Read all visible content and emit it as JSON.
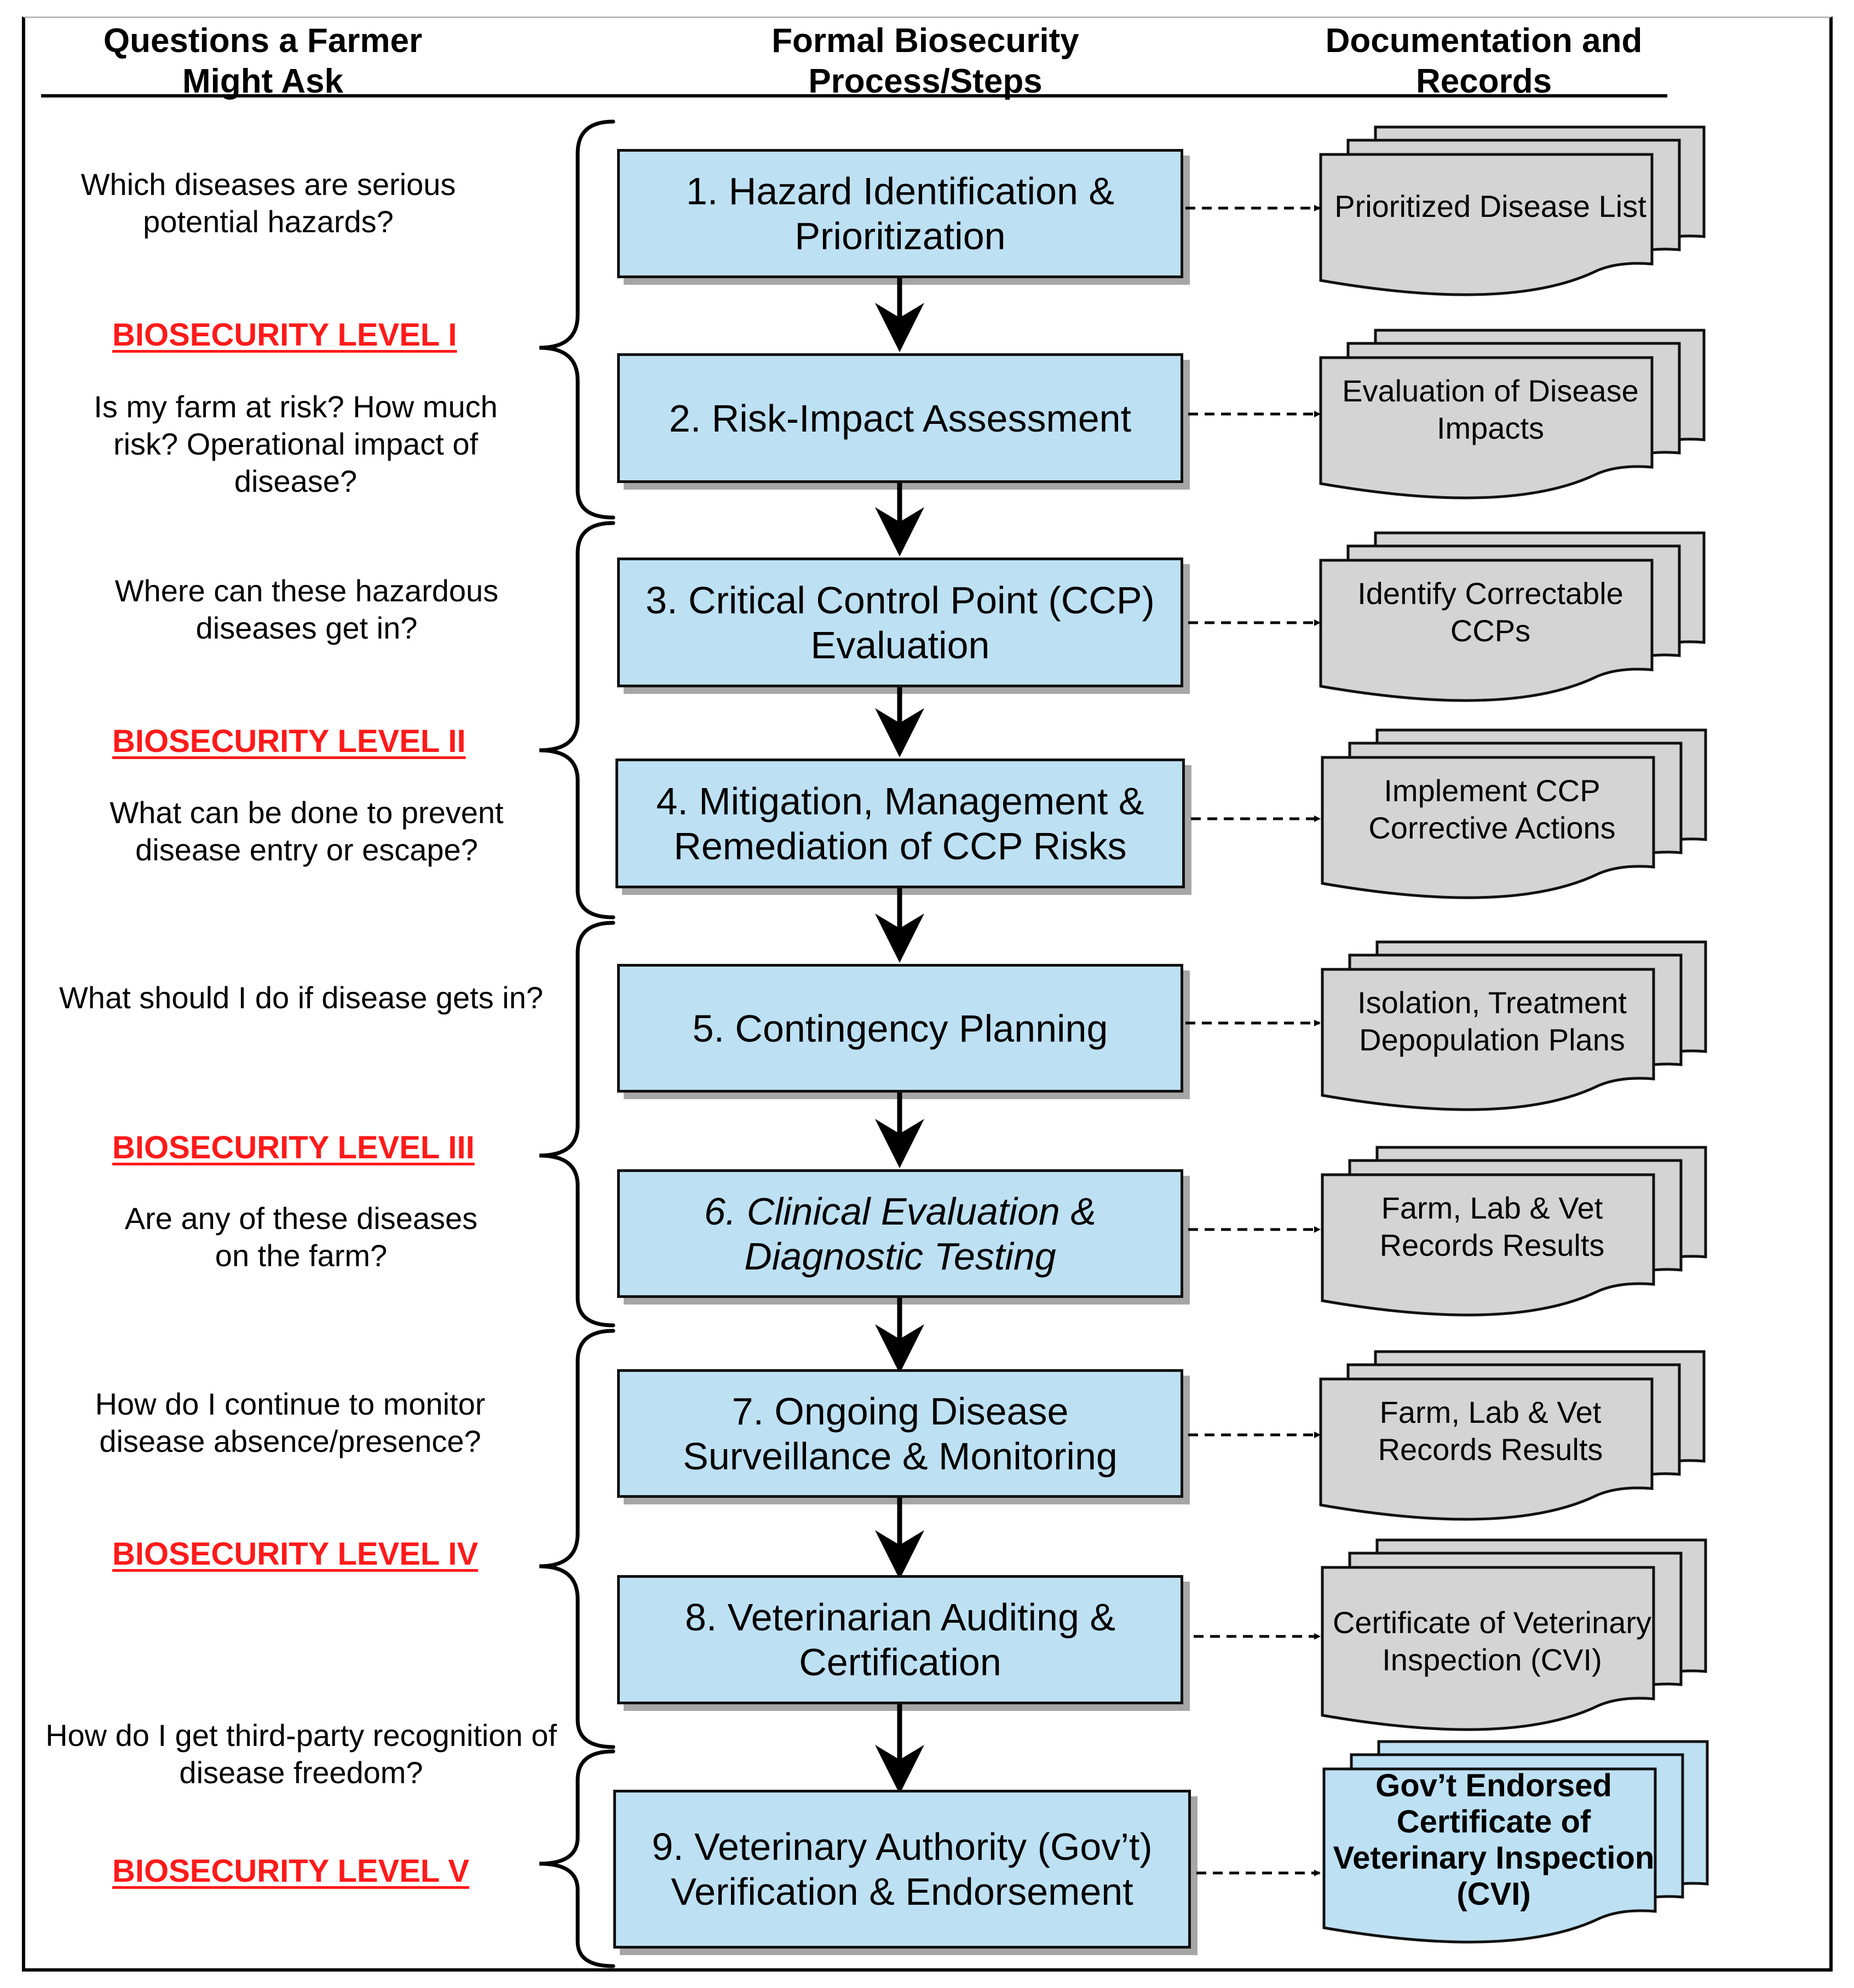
{
  "headers": {
    "questions": "Questions a Farmer Might Ask",
    "process": "Formal Biosecurity Process/Steps",
    "records": "Documentation and Records"
  },
  "questions": [
    "Which diseases are serious potential hazards?",
    "Is my farm at risk? How much risk? Operational impact of disease?",
    "Where can these hazardous diseases get in?",
    "What can be done to prevent disease entry or escape?",
    "What should I do if disease gets in?",
    "Are any of these diseases on the farm?",
    "How do I continue to monitor disease absence/presence?",
    "How do I get third-party recognition of disease freedom?"
  ],
  "levels": [
    "BIOSECURITY LEVEL I",
    "BIOSECURITY LEVEL II",
    "BIOSECURITY LEVEL III",
    "BIOSECURITY LEVEL IV",
    "BIOSECURITY LEVEL V"
  ],
  "steps": [
    "1. Hazard Identification & Prioritization",
    "2. Risk-Impact Assessment",
    "3. Critical Control Point (CCP) Evaluation",
    "4. Mitigation, Management & Remediation of CCP Risks",
    "5. Contingency Planning",
    "6. Clinical Evaluation & Diagnostic Testing",
    "7. Ongoing Disease Surveillance & Monitoring",
    "8. Veterinarian Auditing & Certification",
    "9. Veterinary Authority (Gov’t) Verification & Endorsement"
  ],
  "records": [
    "Prioritized Disease List",
    "Evaluation of Disease Impacts",
    "Identify Correctable CCPs",
    "Implement CCP Corrective Actions",
    "Isolation, Treatment Depopulation Plans",
    "Farm, Lab & Vet Records Results",
    "Farm, Lab & Vet Records Results",
    "Certificate of Veterinary Inspection (CVI)",
    "Gov’t Endorsed Certificate of Veterinary Inspection (CVI)"
  ],
  "colors": {
    "step_fill": "#bde0f3",
    "record_fill": "#d4d4d4",
    "record_final_fill": "#bde0f3",
    "level_text": "#ff1a1a"
  }
}
